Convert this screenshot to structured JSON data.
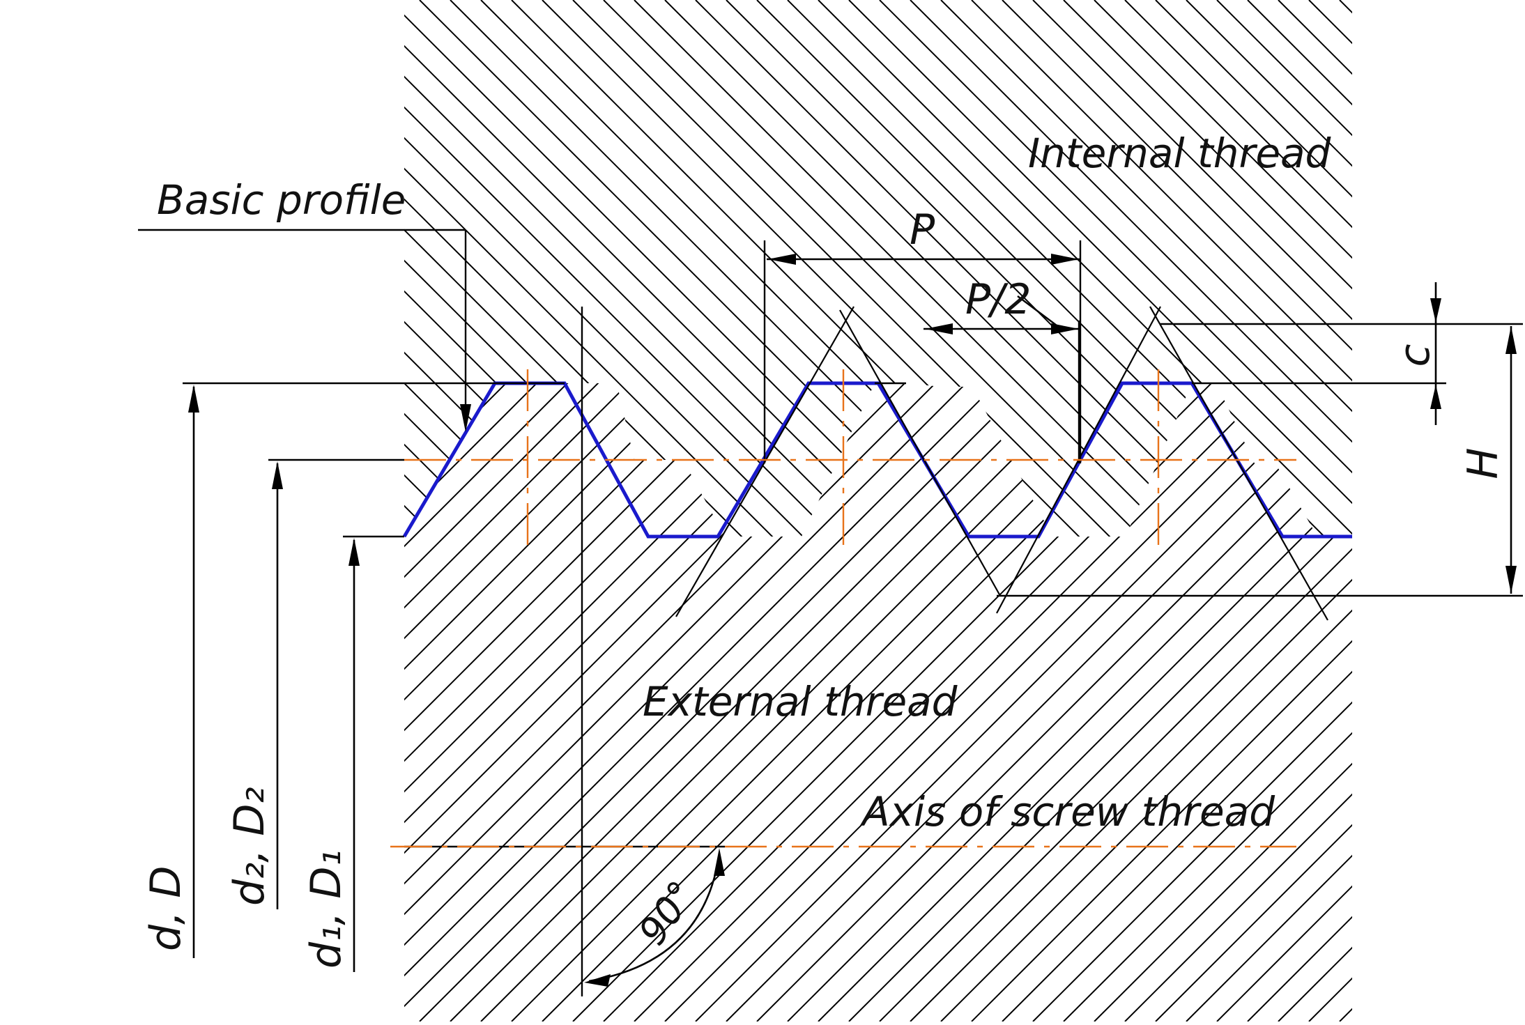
{
  "labels": {
    "internal_thread": "Internal thread",
    "external_thread": "External thread",
    "basic_profile": "Basic profile",
    "axis_of_screw_thread": "Axis of screw thread"
  },
  "dimensions": {
    "pitch": "P",
    "half_pitch": "P/2",
    "height": "H",
    "crest_clearance": "c",
    "major_diameter": "d, D",
    "pitch_diameter": "d₂, D₂",
    "minor_diameter": "d₁, D₁",
    "angle": "90°"
  },
  "colors": {
    "profile": "#1a1acc",
    "center_lines": "#e8731a",
    "lines": "#000000",
    "background": "#ffffff"
  }
}
